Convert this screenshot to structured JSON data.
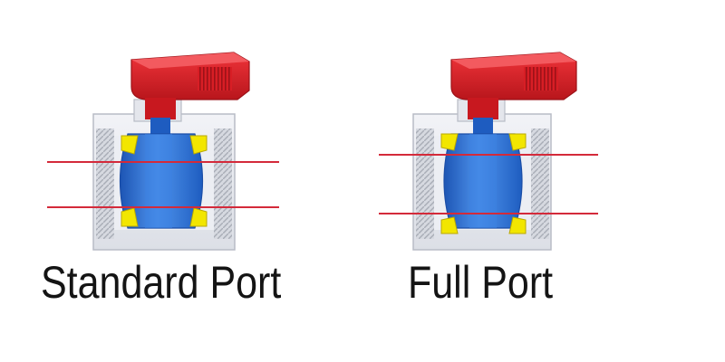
{
  "valves": [
    {
      "id": "standard",
      "label": "Standard Port"
    },
    {
      "id": "full",
      "label": "Full Port"
    }
  ],
  "colors": {
    "body": "#e8eaf0",
    "body_edge": "#b8bcc6",
    "thread": "#c9ccd3",
    "handle": "#e31d24",
    "handle_dark": "#a8141a",
    "ball": "#2f73d8",
    "ball_light": "#4f93ec",
    "seal": "#f2e600",
    "guide_line": "#d42a3a"
  }
}
